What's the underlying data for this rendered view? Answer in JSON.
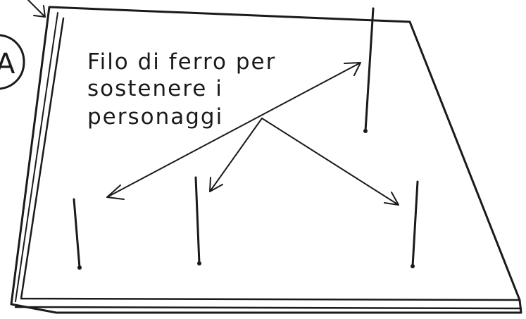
{
  "marker": {
    "letter": "A"
  },
  "label": {
    "line1": "Filo di ferro per",
    "line2": "sostenere i",
    "line3": "personaggi"
  }
}
